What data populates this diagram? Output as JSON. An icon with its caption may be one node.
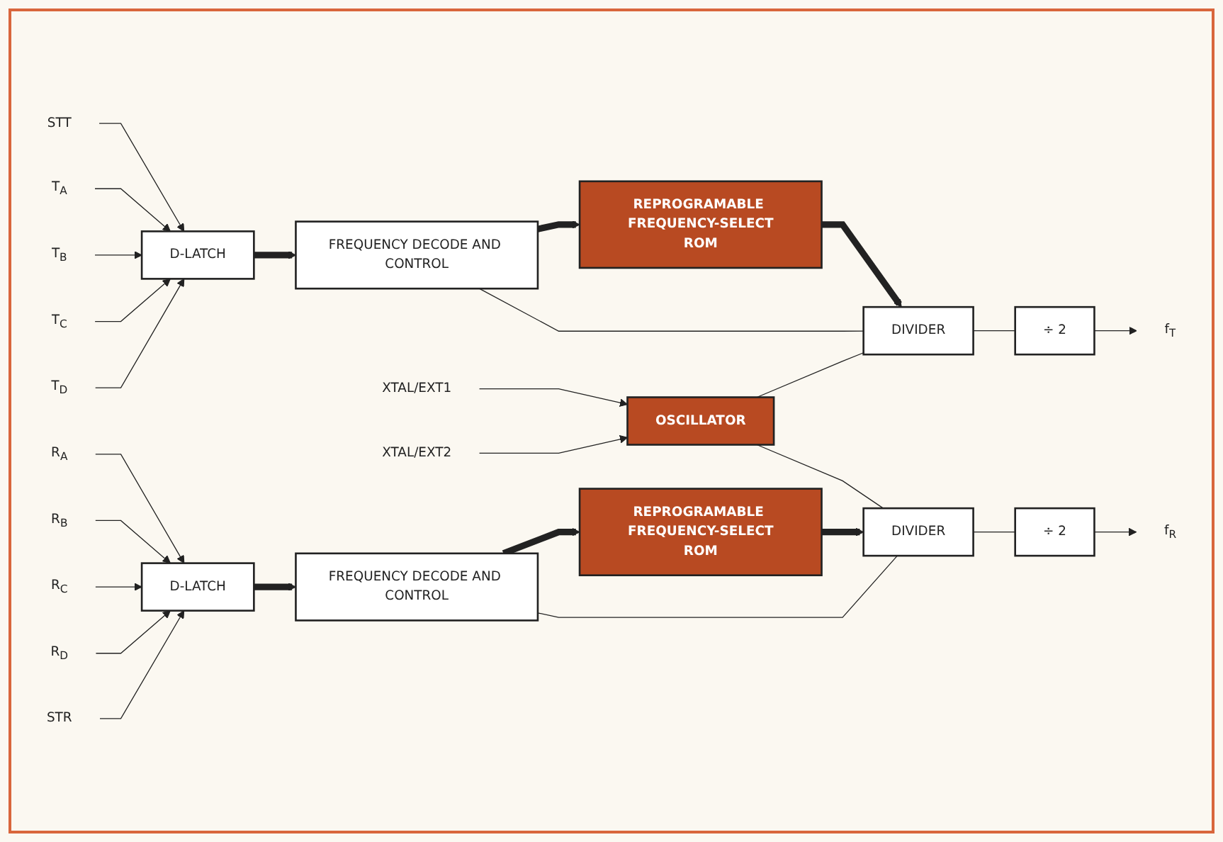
{
  "diagram": {
    "nodes": [
      {
        "text": [
          "STT"
        ]
      },
      {
        "text": [
          "T$_{A}$"
        ]
      },
      {
        "text": [
          "T$_{B}$"
        ]
      },
      {
        "text": [
          "T$_{C}$"
        ]
      },
      {
        "text": [
          "T$_{D}$"
        ]
      },
      {
        "text": [
          "D-LATCH"
        ]
      },
      {
        "text": [
          "FREQUENCY DECODE AND CONTROL"
        ]
      },
      {
        "text": [
          "REPROGRAMABLE FREQUENCY-SELECT",
          "ROM"
        ]
      },
      {
        "text": [
          "XTAL/EXT1"
        ]
      },
      {
        "text": [
          "OSCILLATOR"
        ]
      },
      {
        "text": [
          "DIVIDER"
        ]
      },
      {
        "text": [
          "÷ 2"
        ]
      },
      {
        "text": [
          "f$_{T}$"
        ]
      },
      {
        "text": [
          "XTAL/EXT2"
        ]
      },
      {
        "text": [
          "DIVIDER"
        ]
      },
      {
        "text": [
          "÷ 2"
        ]
      },
      {
        "text": [
          "f$_{R}$"
        ]
      },
      {
        "text": [
          "R$_{A}$"
        ]
      },
      {
        "text": [
          "R$_{B}$"
        ]
      },
      {
        "text": [
          "R$_{C}$"
        ]
      },
      {
        "text": [
          "R$_{D}$"
        ]
      },
      {
        "text": [
          "D-LATCH"
        ]
      },
      {
        "text": [
          "FREQUENCY DECODE AND CONTROL"
        ]
      },
      {
        "text": [
          "REPROGRAMABLE FREQUENCY-SELECT",
          "ROM"
        ]
      },
      {
        "text": [
          "STR"
        ]
      }
    ],
    "edges": [
      {
        "from": 0,
        "to": 5,
        "arrow": "to"
      },
      {
        "from": 1,
        "to": 5,
        "arrow": "to"
      },
      {
        "from": 2,
        "to": 5,
        "arrow": "to"
      },
      {
        "from": 3,
        "to": 5,
        "arrow": "to"
      },
      {
        "from": 4,
        "to": 5,
        "arrow": "to"
      },
      {
        "from": 5,
        "to": 6,
        "arrow": "to",
        "style": "thick"
      },
      {
        "from": 6,
        "to": 7,
        "arrow": "to",
        "style": "thick"
      },
      {
        "from": 7,
        "to": 10,
        "arrow": "to",
        "style": "thick"
      },
      {
        "from": 6,
        "to": 10,
        "arrow": "none"
      },
      {
        "from": 8,
        "to": 9,
        "arrow": "to"
      },
      {
        "from": 13,
        "to": 9,
        "arrow": "to"
      },
      {
        "from": 9,
        "to": 10,
        "arrow": "none"
      },
      {
        "from": 9,
        "to": 14,
        "arrow": "none"
      },
      {
        "from": 10,
        "to": 11,
        "arrow": "none"
      },
      {
        "from": 11,
        "to": 12,
        "arrow": "to"
      },
      {
        "from": 14,
        "to": 15,
        "arrow": "none"
      },
      {
        "from": 15,
        "to": 16,
        "arrow": "to"
      },
      {
        "from": 17,
        "to": 21,
        "arrow": "to"
      },
      {
        "from": 18,
        "to": 21,
        "arrow": "to"
      },
      {
        "from": 19,
        "to": 21,
        "arrow": "to"
      },
      {
        "from": 20,
        "to": 21,
        "arrow": "to"
      },
      {
        "from": 24,
        "to": 21,
        "arrow": "to"
      },
      {
        "from": 21,
        "to": 22,
        "arrow": "to",
        "style": "thick"
      },
      {
        "from": 22,
        "to": 23,
        "arrow": "to",
        "style": "thick"
      },
      {
        "from": 23,
        "to": 14,
        "arrow": "to",
        "style": "thick"
      },
      {
        "from": 22,
        "to": 14,
        "arrow": "none"
      }
    ]
  }
}
